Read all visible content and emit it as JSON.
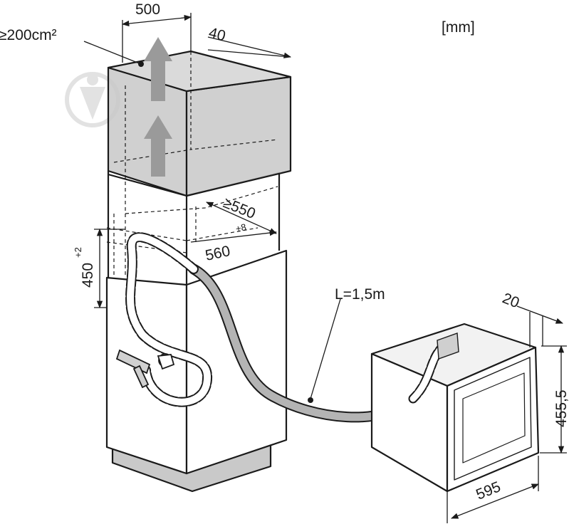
{
  "units_label": "[mm]",
  "dimensions": {
    "cabinet_width": "500",
    "vent_area": "≥200cm²",
    "depth_offset": "40",
    "niche_depth": "≥550",
    "niche_width": "560",
    "niche_width_tolerance": "+8",
    "niche_height": "450",
    "niche_height_tolerance": "+2",
    "hose_length": "L=1,5m",
    "front_projection": "20",
    "appliance_height": "455,5",
    "appliance_width": "595"
  },
  "colors": {
    "line": "#1a1a1a",
    "shade": "#c8c8c8",
    "hose": "#b4b4b4",
    "arrow": "#9a9a9a",
    "watermark": "#e2e2e2"
  }
}
